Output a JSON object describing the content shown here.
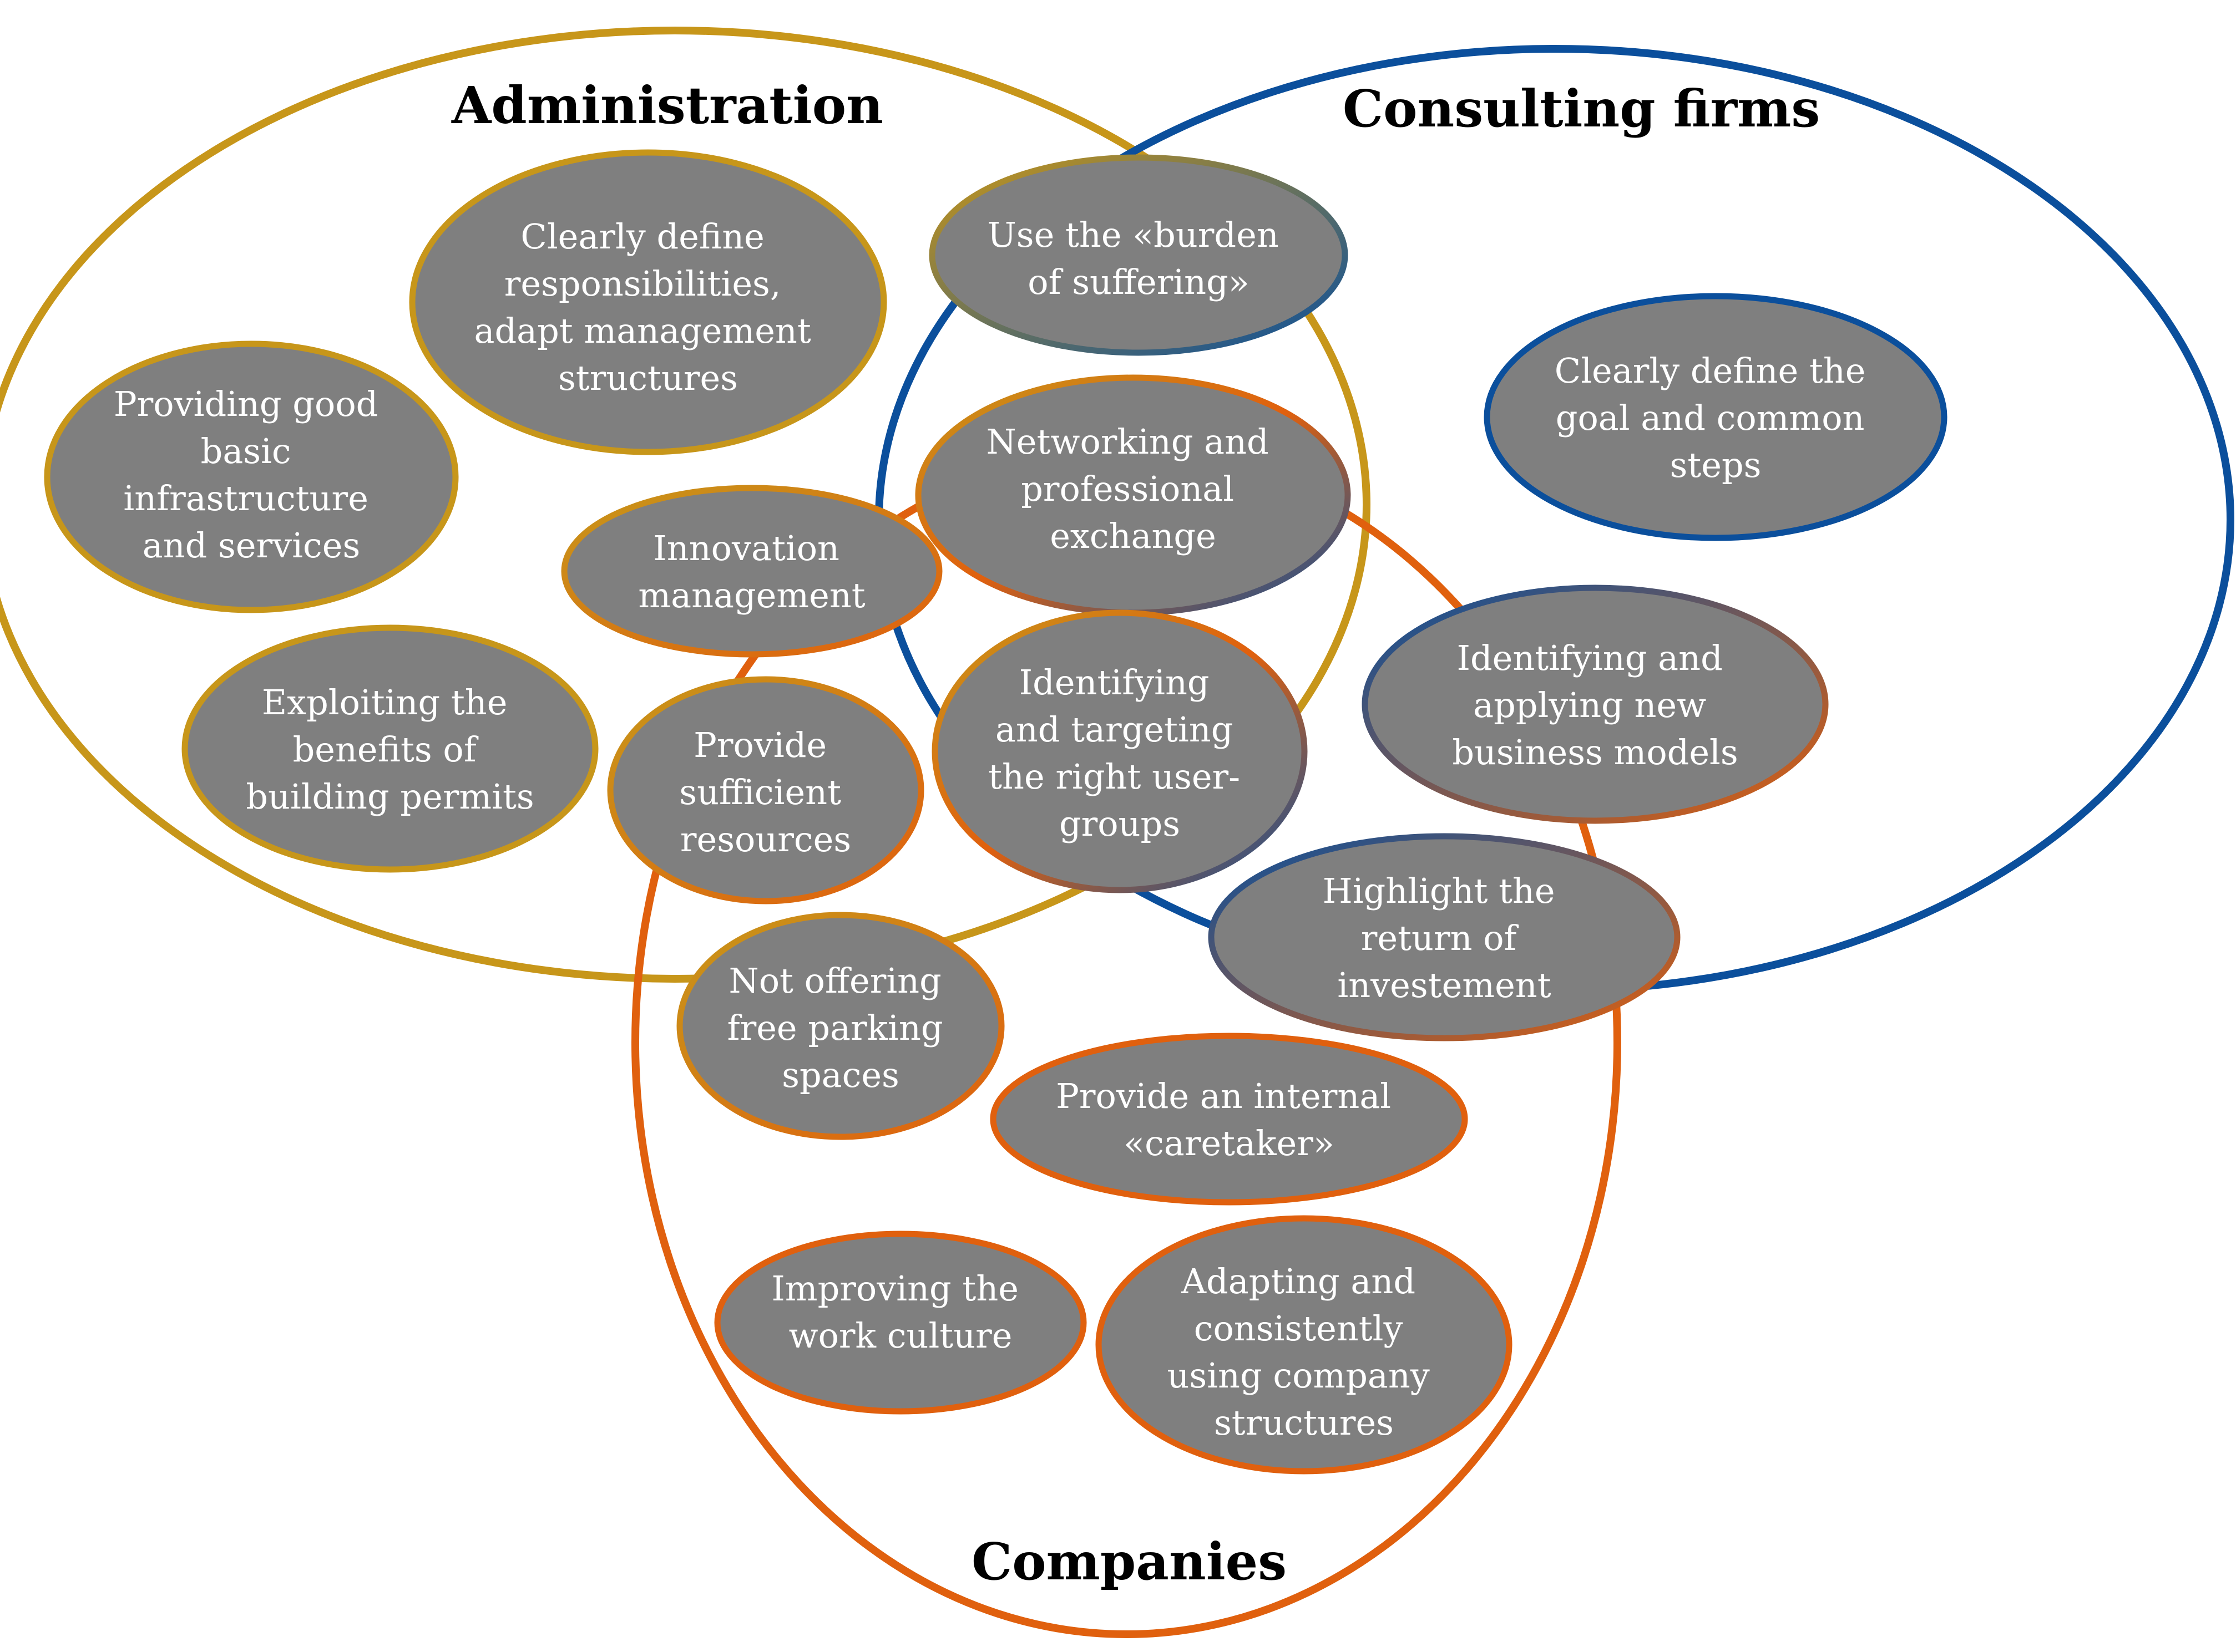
{
  "colors": {
    "administration": "#c7961a",
    "consulting": "#0b4f9c",
    "companies": "#e0600e",
    "node_fill": "#7f7f7f",
    "node_text": "#ffffff",
    "title_text": "#000000"
  },
  "sets": {
    "administration": {
      "label": "Administration"
    },
    "consulting": {
      "label": "Consulting firms"
    },
    "companies": {
      "label": "Companies"
    }
  },
  "nodes": [
    {
      "id": "burden",
      "lines": [
        "Use the «burden",
        "of suffering»"
      ],
      "sets": [
        "administration",
        "consulting"
      ]
    },
    {
      "id": "responsibilities",
      "lines": [
        "Clearly define",
        "responsibilities,",
        "adapt management",
        "structures"
      ],
      "sets": [
        "administration"
      ]
    },
    {
      "id": "infrastructure",
      "lines": [
        "Providing good",
        "basic",
        "infrastructure",
        "and services"
      ],
      "sets": [
        "administration"
      ]
    },
    {
      "id": "goal",
      "lines": [
        "Clearly define the",
        "goal and common",
        "steps"
      ],
      "sets": [
        "consulting"
      ]
    },
    {
      "id": "networking",
      "lines": [
        "Networking and",
        "professional",
        "exchange"
      ],
      "sets": [
        "administration",
        "companies",
        "consulting"
      ]
    },
    {
      "id": "innovation",
      "lines": [
        "Innovation",
        "management"
      ],
      "sets": [
        "administration",
        "companies"
      ]
    },
    {
      "id": "exploiting",
      "lines": [
        "Exploiting the",
        "benefits of",
        "building permits"
      ],
      "sets": [
        "administration"
      ]
    },
    {
      "id": "resources",
      "lines": [
        "Provide",
        "sufficient",
        "resources"
      ],
      "sets": [
        "administration",
        "companies"
      ]
    },
    {
      "id": "usergroups",
      "lines": [
        "Identifying",
        "and targeting",
        "the right user-",
        "groups"
      ],
      "sets": [
        "administration",
        "consulting",
        "companies"
      ]
    },
    {
      "id": "businessmodels",
      "lines": [
        "Identifying and",
        "applying new",
        "business models"
      ],
      "sets": [
        "consulting",
        "companies"
      ]
    },
    {
      "id": "roi",
      "lines": [
        "Highlight the",
        "return of",
        "investement"
      ],
      "sets": [
        "consulting",
        "companies"
      ]
    },
    {
      "id": "parking",
      "lines": [
        "Not offering",
        "free parking",
        "spaces"
      ],
      "sets": [
        "administration",
        "companies"
      ]
    },
    {
      "id": "caretaker",
      "lines": [
        "Provide an internal",
        "«caretaker»"
      ],
      "sets": [
        "companies"
      ]
    },
    {
      "id": "workculture",
      "lines": [
        "Improving the",
        "work culture"
      ],
      "sets": [
        "companies"
      ]
    },
    {
      "id": "structures",
      "lines": [
        "Adapting and",
        "consistently",
        "using company",
        "structures"
      ],
      "sets": [
        "companies"
      ]
    }
  ]
}
